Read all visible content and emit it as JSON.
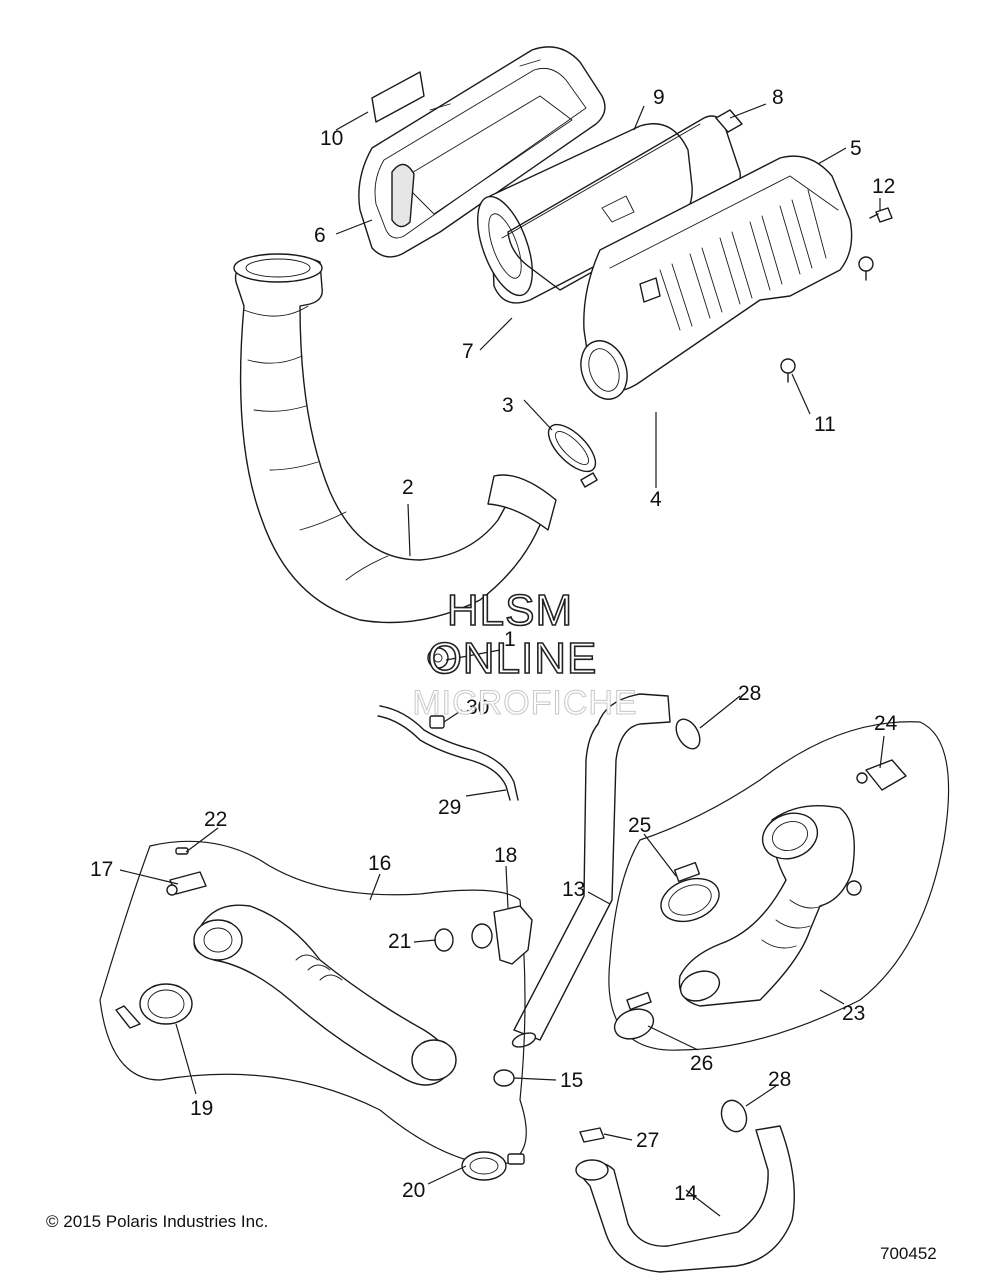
{
  "callouts": {
    "c1": "1",
    "c2": "2",
    "c3": "3",
    "c4": "4",
    "c5": "5",
    "c6": "6",
    "c7": "7",
    "c8": "8",
    "c9": "9",
    "c10": "10",
    "c11": "11",
    "c12": "12",
    "c13": "13",
    "c14": "14",
    "c15": "15",
    "c16": "16",
    "c17": "17",
    "c18": "18",
    "c19": "19",
    "c20": "20",
    "c21": "21",
    "c22": "22",
    "c23": "23",
    "c24": "24",
    "c25": "25",
    "c26": "26",
    "c27": "27",
    "c28a": "28",
    "c28b": "28",
    "c29": "29",
    "c30": "30"
  },
  "watermark": {
    "line1": "HLSM",
    "line2": "ONLINE",
    "line3": "MICROFICHE"
  },
  "footer": {
    "copyright": "© 2015 Polaris Industries Inc.",
    "figure_id": "700452"
  }
}
